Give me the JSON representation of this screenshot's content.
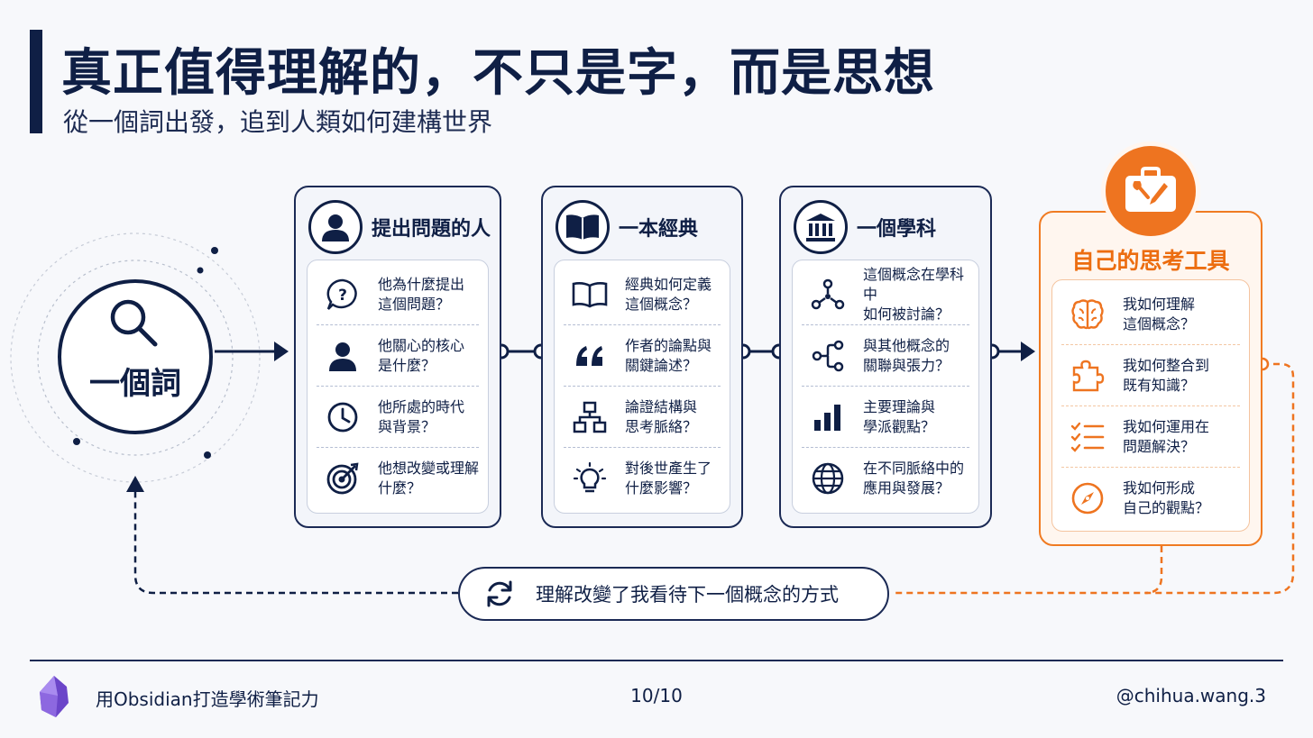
{
  "header": {
    "title": "真正值得理解的，不只是字，而是思想",
    "subtitle": "從一個詞出發，追到人類如何建構世界"
  },
  "start": {
    "label": "一個詞",
    "icon": "magnifier-icon"
  },
  "cards": [
    {
      "title": "提出問題的人",
      "icon": "person-icon",
      "items": [
        {
          "text": "他為什麼提出\n這個問題？",
          "icon": "question-bubble-icon"
        },
        {
          "text": "他關心的核心\n是什麼？",
          "icon": "person-icon"
        },
        {
          "text": "他所處的時代\n與背景？",
          "icon": "clock-icon"
        },
        {
          "text": "他想改變或理解\n什麼？",
          "icon": "target-icon"
        }
      ]
    },
    {
      "title": "一本經典",
      "icon": "open-book-icon",
      "items": [
        {
          "text": "經典如何定義\n這個概念？",
          "icon": "open-book-icon"
        },
        {
          "text": "作者的論點與\n關鍵論述？",
          "icon": "quote-icon"
        },
        {
          "text": "論證結構與\n思考脈絡？",
          "icon": "hierarchy-icon"
        },
        {
          "text": "對後世產生了\n什麼影響？",
          "icon": "lightbulb-icon"
        }
      ]
    },
    {
      "title": "一個學科",
      "icon": "institution-icon",
      "items": [
        {
          "text": "這個概念在學科中\n如何被討論？",
          "icon": "network-icon"
        },
        {
          "text": "與其他概念的\n關聯與張力？",
          "icon": "branch-icon"
        },
        {
          "text": "主要理論與\n學派觀點？",
          "icon": "bar-chart-icon"
        },
        {
          "text": "在不同脈絡中的\n應用與發展？",
          "icon": "globe-icon"
        }
      ]
    }
  ],
  "tools_card": {
    "title": "自己的思考工具",
    "icon": "toolbox-icon",
    "items": [
      {
        "text": "我如何理解\n這個概念？",
        "icon": "brain-icon"
      },
      {
        "text": "我如何整合到\n既有知識？",
        "icon": "puzzle-icon"
      },
      {
        "text": "我如何運用在\n問題解決？",
        "icon": "checklist-icon"
      },
      {
        "text": "我如何形成\n自己的觀點？",
        "icon": "compass-icon"
      }
    ]
  },
  "feedback": {
    "text": "理解改變了我看待下一個概念的方式",
    "icon": "refresh-icon"
  },
  "footer": {
    "left": "用Obsidian打造學術筆記力",
    "page": "10/10",
    "right": "@chihua.wang.3",
    "logo_icon": "obsidian-logo-icon"
  },
  "colors": {
    "navy": "#0f1f45",
    "orange": "#ee7420",
    "background": "#f7f8fb"
  }
}
